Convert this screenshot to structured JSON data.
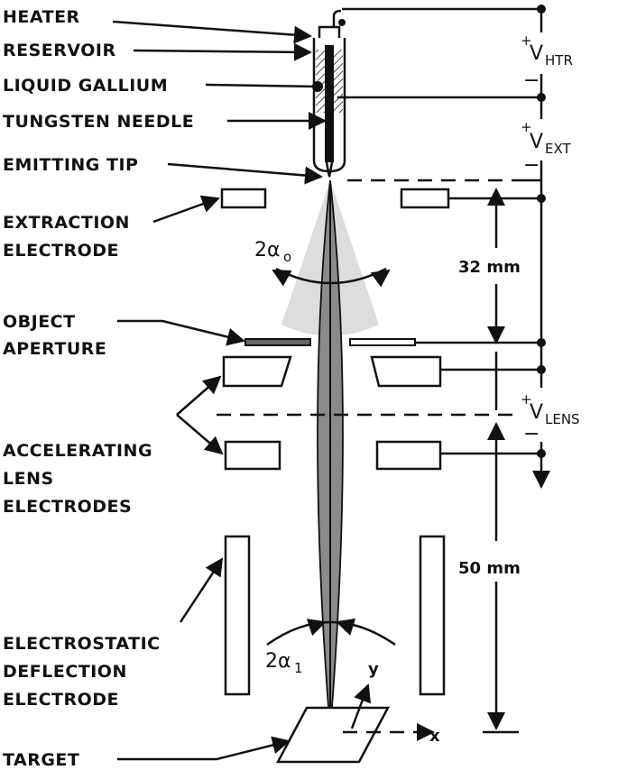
{
  "labels": {
    "heater": "HEATER",
    "reservoir": "RESERVOIR",
    "liquid_gallium": "LIQUID GALLIUM",
    "tungsten_needle": "TUNGSTEN NEEDLE",
    "emitting_tip": "EMITTING TIP",
    "extraction_line1": "EXTRACTION",
    "extraction_line2": "ELECTRODE",
    "object_line1": "OBJECT",
    "object_line2": "APERTURE",
    "accel_line1": "ACCELERATING",
    "accel_line2": "LENS",
    "accel_line3": "ELECTRODES",
    "deflect_line1": "ELECTROSTATIC",
    "deflect_line2": "DEFLECTION",
    "deflect_line3": "ELECTRODE",
    "target": "TARGET"
  },
  "voltages": {
    "htr_sign": "+",
    "htr_v": "V",
    "htr_sub": "HTR",
    "ext_sign": "+",
    "ext_v": "V",
    "ext_sub": "EXT",
    "lens_sign": "+",
    "lens_v": "V",
    "lens_sub": "LENS",
    "minus": "−"
  },
  "dimensions": {
    "d1": "32 mm",
    "d2": "50 mm"
  },
  "angles": {
    "alpha0_main": "2α",
    "alpha0_sub": "o",
    "alpha1_main": "2α",
    "alpha1_sub": "1"
  },
  "axes": {
    "x": "x",
    "y": "y"
  }
}
